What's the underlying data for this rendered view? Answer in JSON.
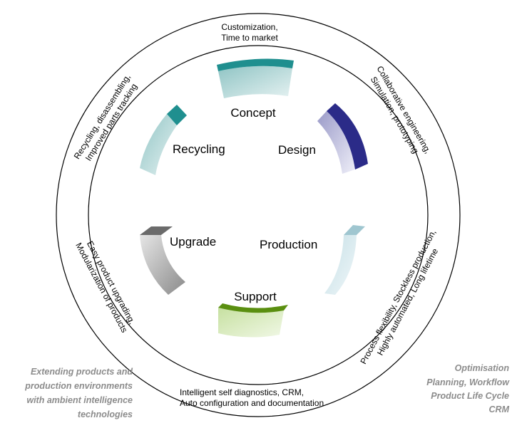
{
  "stages": [
    {
      "label": "Concept",
      "color": "#1f8f8f"
    },
    {
      "label": "Design",
      "color": "#2b2b88"
    },
    {
      "label": "Production",
      "color": "#9fc6d0"
    },
    {
      "label": "Support",
      "color": "#5a8f10"
    },
    {
      "label": "Upgrade",
      "color": "#6b6b6b"
    },
    {
      "label": "Recycling",
      "color": "#1f8f8f"
    }
  ],
  "ring_texts": {
    "top": {
      "line1": "Customization,",
      "line2": "Time to market"
    },
    "top_right": {
      "line1": "Collaborative engineering,",
      "line2": "Simulation, prototyping"
    },
    "bottom_right": {
      "line1": "Process flexibility, Stockless production,",
      "line2": "Highly automated, Long lifetime"
    },
    "bottom": {
      "line1": "Intelligent self diagnostics, CRM,",
      "line2": "Auto configuration and documentation"
    },
    "left": {
      "line1": "Easy product upgrading,",
      "line2": "Modularization of products"
    },
    "top_left": {
      "line1": "Recycling, disassembling,",
      "line2": "Improved parts tracking"
    }
  },
  "side_notes": {
    "left": [
      "Extending products and",
      "production environments",
      "with ambient intelligence",
      "technologies"
    ],
    "right": [
      "Optimisation",
      "Planning, Workflow",
      "Product Life Cycle",
      "CRM"
    ]
  }
}
